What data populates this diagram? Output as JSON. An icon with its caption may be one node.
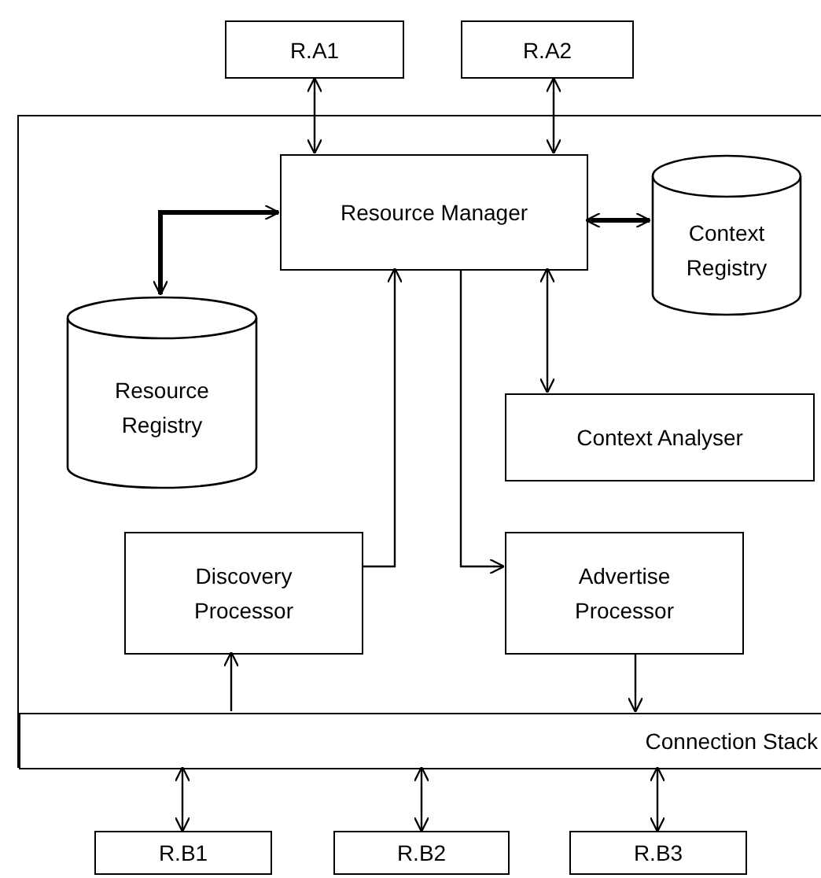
{
  "diagram": {
    "nodes": [
      {
        "text": [
          "R.A1"
        ]
      },
      {
        "text": [
          "R.A2"
        ]
      },
      {
        "text": [],
        "shape": "box"
      },
      {
        "text": [
          "Resource Manager"
        ],
        "in": 2
      },
      {
        "text": [
          "Context Registry"
        ],
        "in": 2
      },
      {
        "text": [
          "Resource Registry"
        ],
        "in": 2
      },
      {
        "text": [
          "Context Analyser"
        ],
        "in": 2
      },
      {
        "text": [
          "Discovery Processor"
        ],
        "in": 2
      },
      {
        "text": [
          "Advertise Processor"
        ],
        "in": 2
      },
      {
        "text": [
          "Connection Stack"
        ],
        "in": 2
      },
      {
        "text": [
          "R.B1"
        ]
      },
      {
        "text": [
          "R.B2"
        ]
      },
      {
        "text": [
          "R.B3"
        ]
      }
    ],
    "edges": [
      {
        "from": 0,
        "to": 3,
        "arrow": "both"
      },
      {
        "from": 1,
        "to": 3,
        "arrow": "both"
      },
      {
        "from": 3,
        "to": 5,
        "arrow": "both",
        "style": "thick"
      },
      {
        "from": 3,
        "to": 4,
        "arrow": "both",
        "style": "thick"
      },
      {
        "from": 3,
        "to": 6,
        "arrow": "both"
      },
      {
        "from": 7,
        "to": 3,
        "arrow": "to"
      },
      {
        "from": 3,
        "to": 8,
        "arrow": "to"
      },
      {
        "from": 9,
        "to": 7,
        "arrow": "to"
      },
      {
        "from": 8,
        "to": 9,
        "arrow": "to"
      },
      {
        "from": 9,
        "to": 10,
        "arrow": "both"
      },
      {
        "from": 9,
        "to": 11,
        "arrow": "both"
      },
      {
        "from": 9,
        "to": 12,
        "arrow": "both"
      }
    ]
  }
}
